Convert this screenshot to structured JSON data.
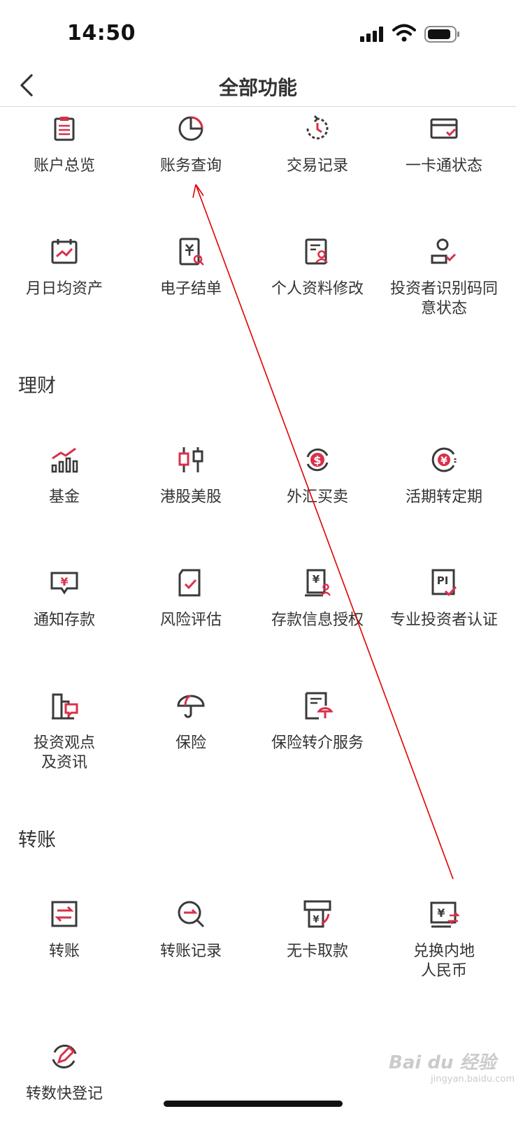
{
  "status_bar": {
    "time": "14:50"
  },
  "nav": {
    "title": "全部功能"
  },
  "accent": "#d9304a",
  "icon_stroke": "#3a3a3a",
  "rows": [
    {
      "items": [
        {
          "label": "账户总览",
          "icon": "clipboard-list-icon"
        },
        {
          "label": "账务查询",
          "icon": "pie-chart-icon"
        },
        {
          "label": "交易记录",
          "icon": "clock-history-icon"
        },
        {
          "label": "一卡通状态",
          "icon": "card-check-icon"
        }
      ]
    },
    {
      "items": [
        {
          "label": "月日均资产",
          "icon": "calendar-chart-icon"
        },
        {
          "label": "电子结单",
          "icon": "yen-document-search-icon"
        },
        {
          "label": "个人资料修改",
          "icon": "profile-document-icon"
        },
        {
          "label": "投资者识别码同\n意状态",
          "icon": "user-check-icon"
        }
      ]
    }
  ],
  "sections": [
    {
      "title": "理财",
      "rows": [
        {
          "items": [
            {
              "label": "基金",
              "icon": "bar-trend-icon"
            },
            {
              "label": "港股美股",
              "icon": "candlestick-icon"
            },
            {
              "label": "外汇买卖",
              "icon": "dollar-exchange-icon"
            },
            {
              "label": "活期转定期",
              "icon": "yen-clock-icon"
            }
          ]
        },
        {
          "items": [
            {
              "label": "通知存款",
              "icon": "yen-message-icon"
            },
            {
              "label": "风险评估",
              "icon": "document-check-icon"
            },
            {
              "label": "存款信息授权",
              "icon": "yen-user-icon"
            },
            {
              "label": "专业投资者认证",
              "icon": "pi-check-icon"
            }
          ]
        },
        {
          "items": [
            {
              "label": "投资观点\n及资讯",
              "icon": "building-chat-icon"
            },
            {
              "label": "保险",
              "icon": "umbrella-icon"
            },
            {
              "label": "保险转介服务",
              "icon": "document-umbrella-icon"
            }
          ]
        }
      ]
    },
    {
      "title": "转账",
      "rows": [
        {
          "items": [
            {
              "label": "转账",
              "icon": "transfer-icon"
            },
            {
              "label": "转账记录",
              "icon": "search-transfer-icon"
            },
            {
              "label": "无卡取款",
              "icon": "atm-yen-icon"
            },
            {
              "label": "兑换内地\n人民币",
              "icon": "yen-exchange-icon"
            }
          ]
        },
        {
          "items": [
            {
              "label": "转数快登记",
              "icon": "edit-refresh-icon"
            }
          ]
        }
      ]
    }
  ],
  "watermark": {
    "text": "Bai du 经验",
    "subtext": "jingyan.baidu.com"
  }
}
